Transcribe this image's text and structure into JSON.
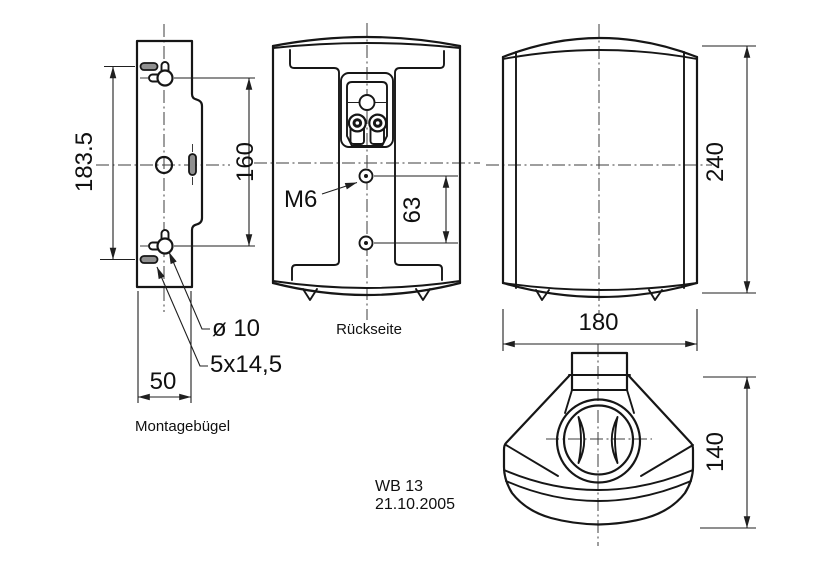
{
  "drawing": {
    "model": "WB 13",
    "date": "21.10.2005"
  },
  "views": {
    "bracket": {
      "label": "Montagebügel",
      "dim_height_outer": "183.5",
      "dim_height_inner": "160",
      "dim_width": "50",
      "callout_hole": "ø 10",
      "callout_slot": "5x14,5"
    },
    "rear": {
      "label": "Rückseite",
      "callout_thread": "M6",
      "dim_hole_spacing": "63"
    },
    "front": {
      "dim_height": "240",
      "dim_width": "180"
    },
    "top": {
      "dim_depth": "140"
    }
  },
  "colors": {
    "line": "#161616",
    "background": "#ffffff",
    "slot_fill": "#909090"
  }
}
